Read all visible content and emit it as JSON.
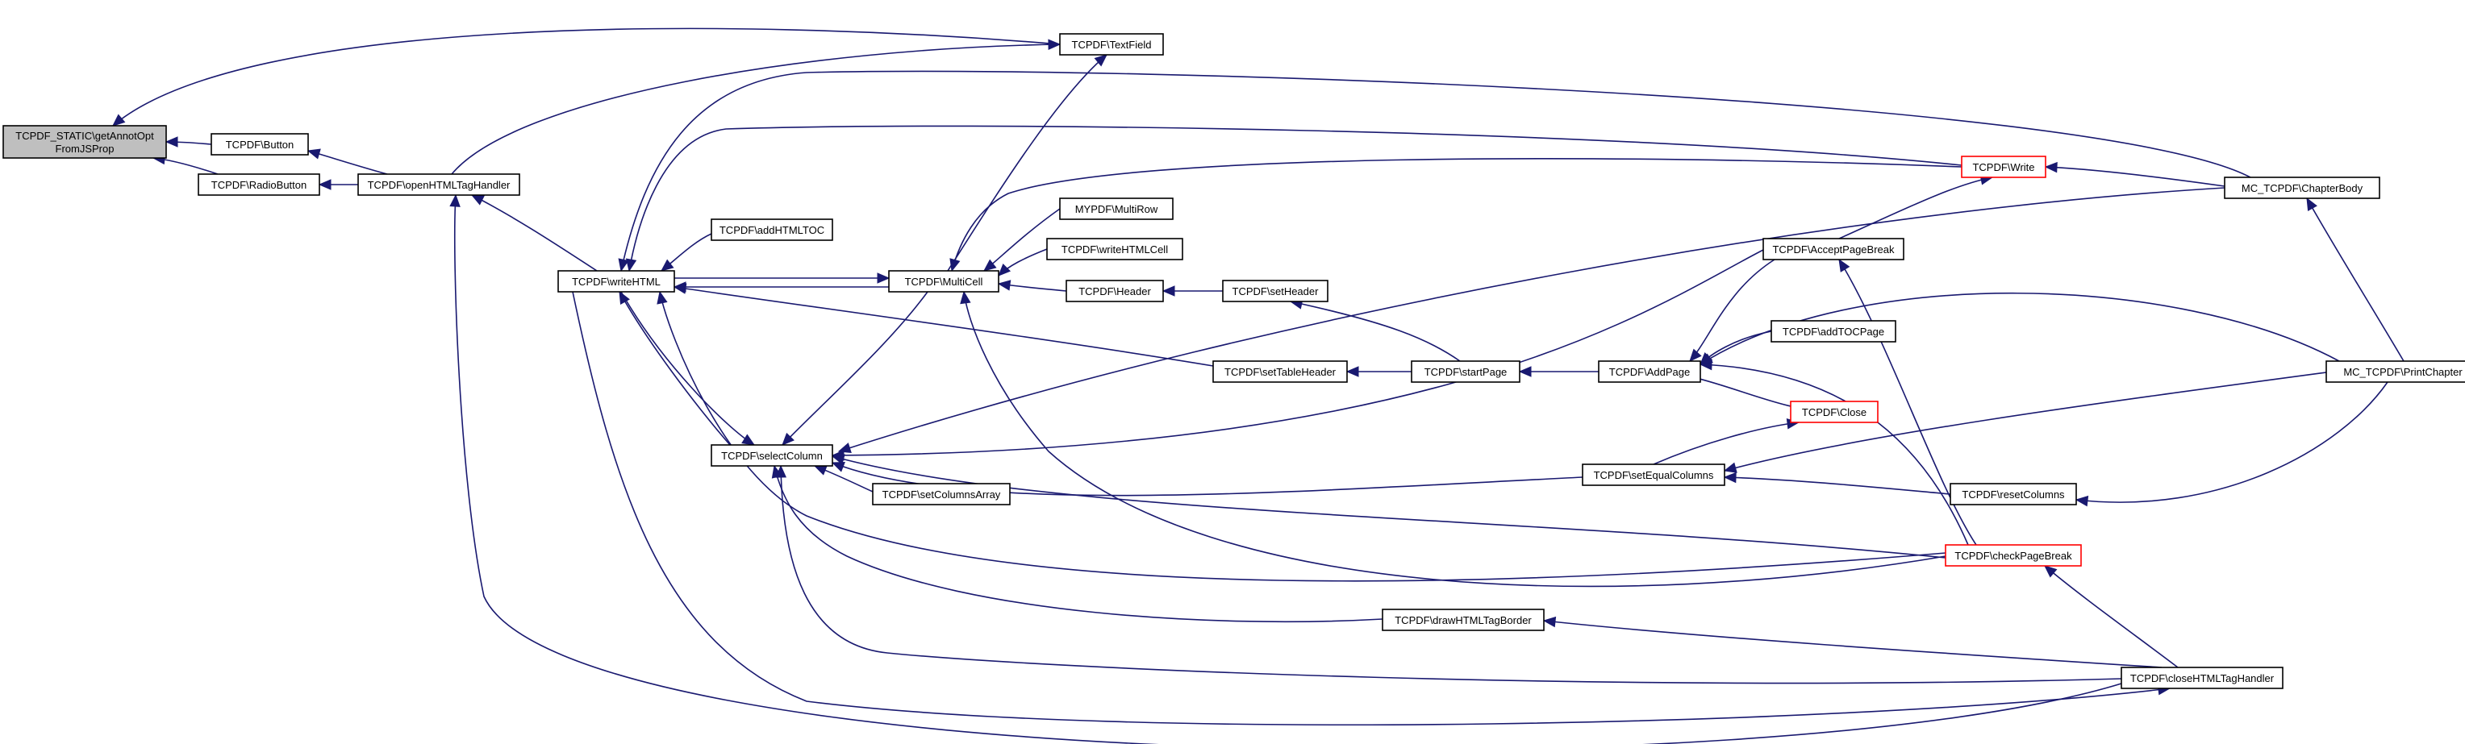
{
  "diagram": {
    "nodes": [
      {
        "id": "root",
        "lines": [
          "TCPDF_STATIC\\getAnnotOpt",
          "FromJSProp"
        ],
        "style": "root"
      },
      {
        "id": "button",
        "lines": [
          "TCPDF\\Button"
        ]
      },
      {
        "id": "radiobutton",
        "lines": [
          "TCPDF\\RadioButton"
        ]
      },
      {
        "id": "textfield",
        "lines": [
          "TCPDF\\TextField"
        ]
      },
      {
        "id": "openhtml",
        "lines": [
          "TCPDF\\openHTMLTagHandler"
        ]
      },
      {
        "id": "writehtml",
        "lines": [
          "TCPDF\\writeHTML"
        ]
      },
      {
        "id": "addhtmltoc",
        "lines": [
          "TCPDF\\addHTMLTOC"
        ]
      },
      {
        "id": "multicell",
        "lines": [
          "TCPDF\\MultiCell"
        ]
      },
      {
        "id": "multirow",
        "lines": [
          "MYPDF\\MultiRow"
        ]
      },
      {
        "id": "writehtmlcell",
        "lines": [
          "TCPDF\\writeHTMLCell"
        ]
      },
      {
        "id": "header",
        "lines": [
          "TCPDF\\Header"
        ]
      },
      {
        "id": "setheader",
        "lines": [
          "TCPDF\\setHeader"
        ]
      },
      {
        "id": "settableheader",
        "lines": [
          "TCPDF\\setTableHeader"
        ]
      },
      {
        "id": "startpage",
        "lines": [
          "TCPDF\\startPage"
        ]
      },
      {
        "id": "addpage",
        "lines": [
          "TCPDF\\AddPage"
        ]
      },
      {
        "id": "write",
        "lines": [
          "TCPDF\\Write"
        ],
        "style": "red"
      },
      {
        "id": "acceptpagebreak",
        "lines": [
          "TCPDF\\AcceptPageBreak"
        ]
      },
      {
        "id": "addtocpage",
        "lines": [
          "TCPDF\\addTOCPage"
        ]
      },
      {
        "id": "close",
        "lines": [
          "TCPDF\\Close"
        ],
        "style": "red"
      },
      {
        "id": "selectcolumn",
        "lines": [
          "TCPDF\\selectColumn"
        ]
      },
      {
        "id": "setcolumnsarray",
        "lines": [
          "TCPDF\\setColumnsArray"
        ]
      },
      {
        "id": "setequalcolumns",
        "lines": [
          "TCPDF\\setEqualColumns"
        ]
      },
      {
        "id": "resetcolumns",
        "lines": [
          "TCPDF\\resetColumns"
        ]
      },
      {
        "id": "checkpagebreak",
        "lines": [
          "TCPDF\\checkPageBreak"
        ],
        "style": "red"
      },
      {
        "id": "drawhtmltagborder",
        "lines": [
          "TCPDF\\drawHTMLTagBorder"
        ]
      },
      {
        "id": "closehtml",
        "lines": [
          "TCPDF\\closeHTMLTagHandler"
        ]
      },
      {
        "id": "chapterbody",
        "lines": [
          "MC_TCPDF\\ChapterBody"
        ]
      },
      {
        "id": "printchapter",
        "lines": [
          "MC_TCPDF\\PrintChapter"
        ]
      }
    ],
    "edges": [
      {
        "from": "button",
        "to": "root"
      },
      {
        "from": "radiobutton",
        "to": "root"
      },
      {
        "from": "textfield",
        "to": "root"
      },
      {
        "from": "openhtml",
        "to": "button"
      },
      {
        "from": "openhtml",
        "to": "radiobutton"
      },
      {
        "from": "openhtml",
        "to": "textfield"
      },
      {
        "from": "writehtml",
        "to": "openhtml"
      },
      {
        "from": "closehtml",
        "to": "openhtml"
      },
      {
        "from": "addhtmltoc",
        "to": "writehtml"
      },
      {
        "from": "multicell",
        "to": "writehtml"
      },
      {
        "from": "writehtml",
        "to": "multicell"
      },
      {
        "from": "selectcolumn",
        "to": "writehtml"
      },
      {
        "from": "settableheader",
        "to": "writehtml"
      },
      {
        "from": "write",
        "to": "writehtml"
      },
      {
        "from": "chapterbody",
        "to": "writehtml"
      },
      {
        "from": "checkpagebreak",
        "to": "writehtml"
      },
      {
        "from": "multicell",
        "to": "textfield"
      },
      {
        "from": "multirow",
        "to": "multicell"
      },
      {
        "from": "writehtmlcell",
        "to": "multicell"
      },
      {
        "from": "header",
        "to": "multicell"
      },
      {
        "from": "write",
        "to": "multicell"
      },
      {
        "from": "checkpagebreak",
        "to": "multicell"
      },
      {
        "from": "setheader",
        "to": "header"
      },
      {
        "from": "startpage",
        "to": "setheader"
      },
      {
        "from": "startpage",
        "to": "settableheader"
      },
      {
        "from": "addpage",
        "to": "startpage"
      },
      {
        "from": "acceptpagebreak",
        "to": "addpage"
      },
      {
        "from": "addtocpage",
        "to": "addpage"
      },
      {
        "from": "close",
        "to": "addpage"
      },
      {
        "from": "checkpagebreak",
        "to": "addpage"
      },
      {
        "from": "printchapter",
        "to": "addpage"
      },
      {
        "from": "acceptpagebreak",
        "to": "write"
      },
      {
        "from": "chapterbody",
        "to": "write"
      },
      {
        "from": "checkpagebreak",
        "to": "acceptpagebreak"
      },
      {
        "from": "setequalcolumns",
        "to": "close"
      },
      {
        "from": "printchapter",
        "to": "chapterbody"
      },
      {
        "from": "multicell",
        "to": "selectcolumn"
      },
      {
        "from": "setcolumnsarray",
        "to": "selectcolumn"
      },
      {
        "from": "setequalcolumns",
        "to": "selectcolumn"
      },
      {
        "from": "checkpagebreak",
        "to": "selectcolumn"
      },
      {
        "from": "drawhtmltagborder",
        "to": "selectcolumn"
      },
      {
        "from": "closehtml",
        "to": "selectcolumn"
      },
      {
        "from": "acceptpagebreak",
        "to": "selectcolumn"
      },
      {
        "from": "chapterbody",
        "to": "selectcolumn"
      },
      {
        "from": "writehtml",
        "to": "selectcolumn"
      },
      {
        "from": "printchapter",
        "to": "setequalcolumns"
      },
      {
        "from": "resetcolumns",
        "to": "setequalcolumns"
      },
      {
        "from": "printchapter",
        "to": "resetcolumns"
      },
      {
        "from": "closehtml",
        "to": "drawhtmltagborder"
      },
      {
        "from": "closehtml",
        "to": "checkpagebreak"
      },
      {
        "from": "writehtml",
        "to": "checkpagebreak"
      }
    ]
  }
}
